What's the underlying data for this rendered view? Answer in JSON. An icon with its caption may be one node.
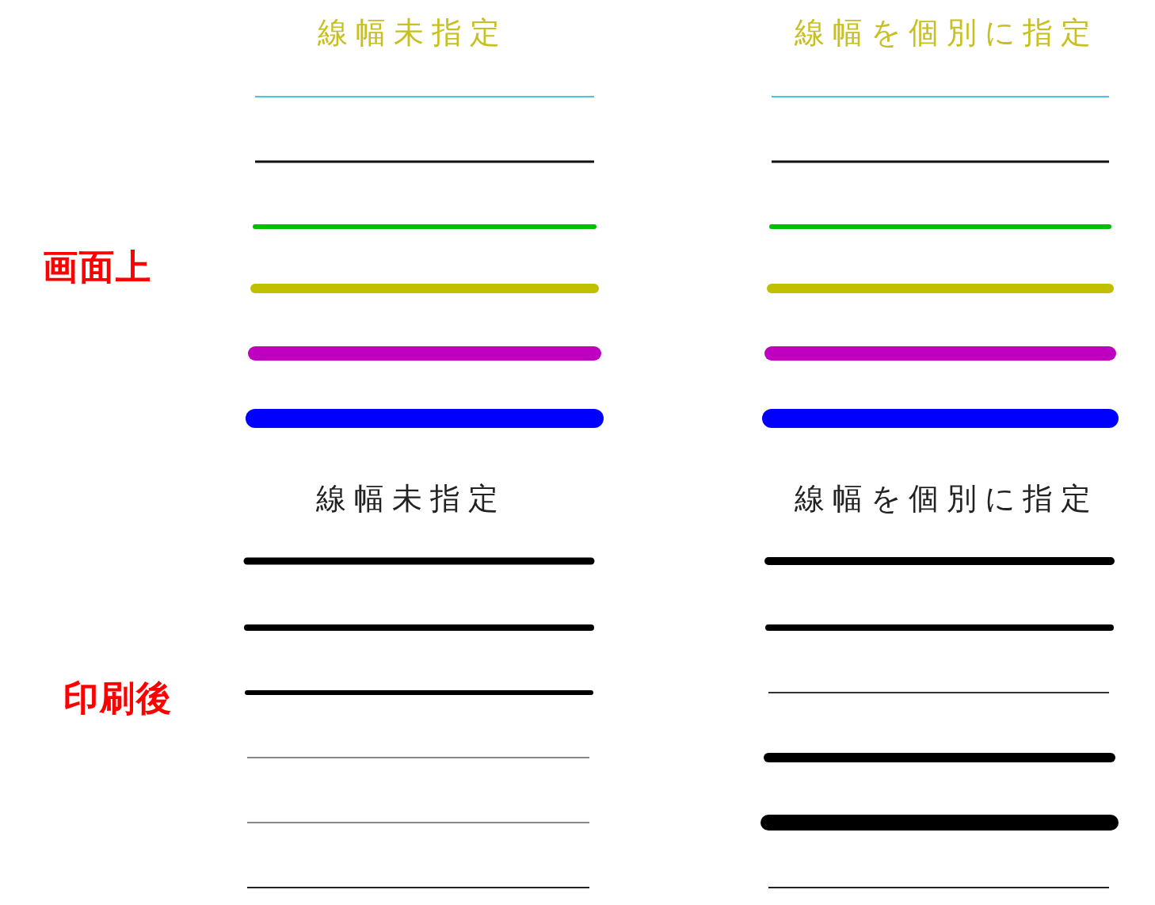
{
  "diagram": {
    "labels": [
      "線幅未指定",
      "線幅を個別に指定",
      "画面上",
      "線幅未指定",
      "線幅を個別に指定",
      "印刷後"
    ]
  }
}
